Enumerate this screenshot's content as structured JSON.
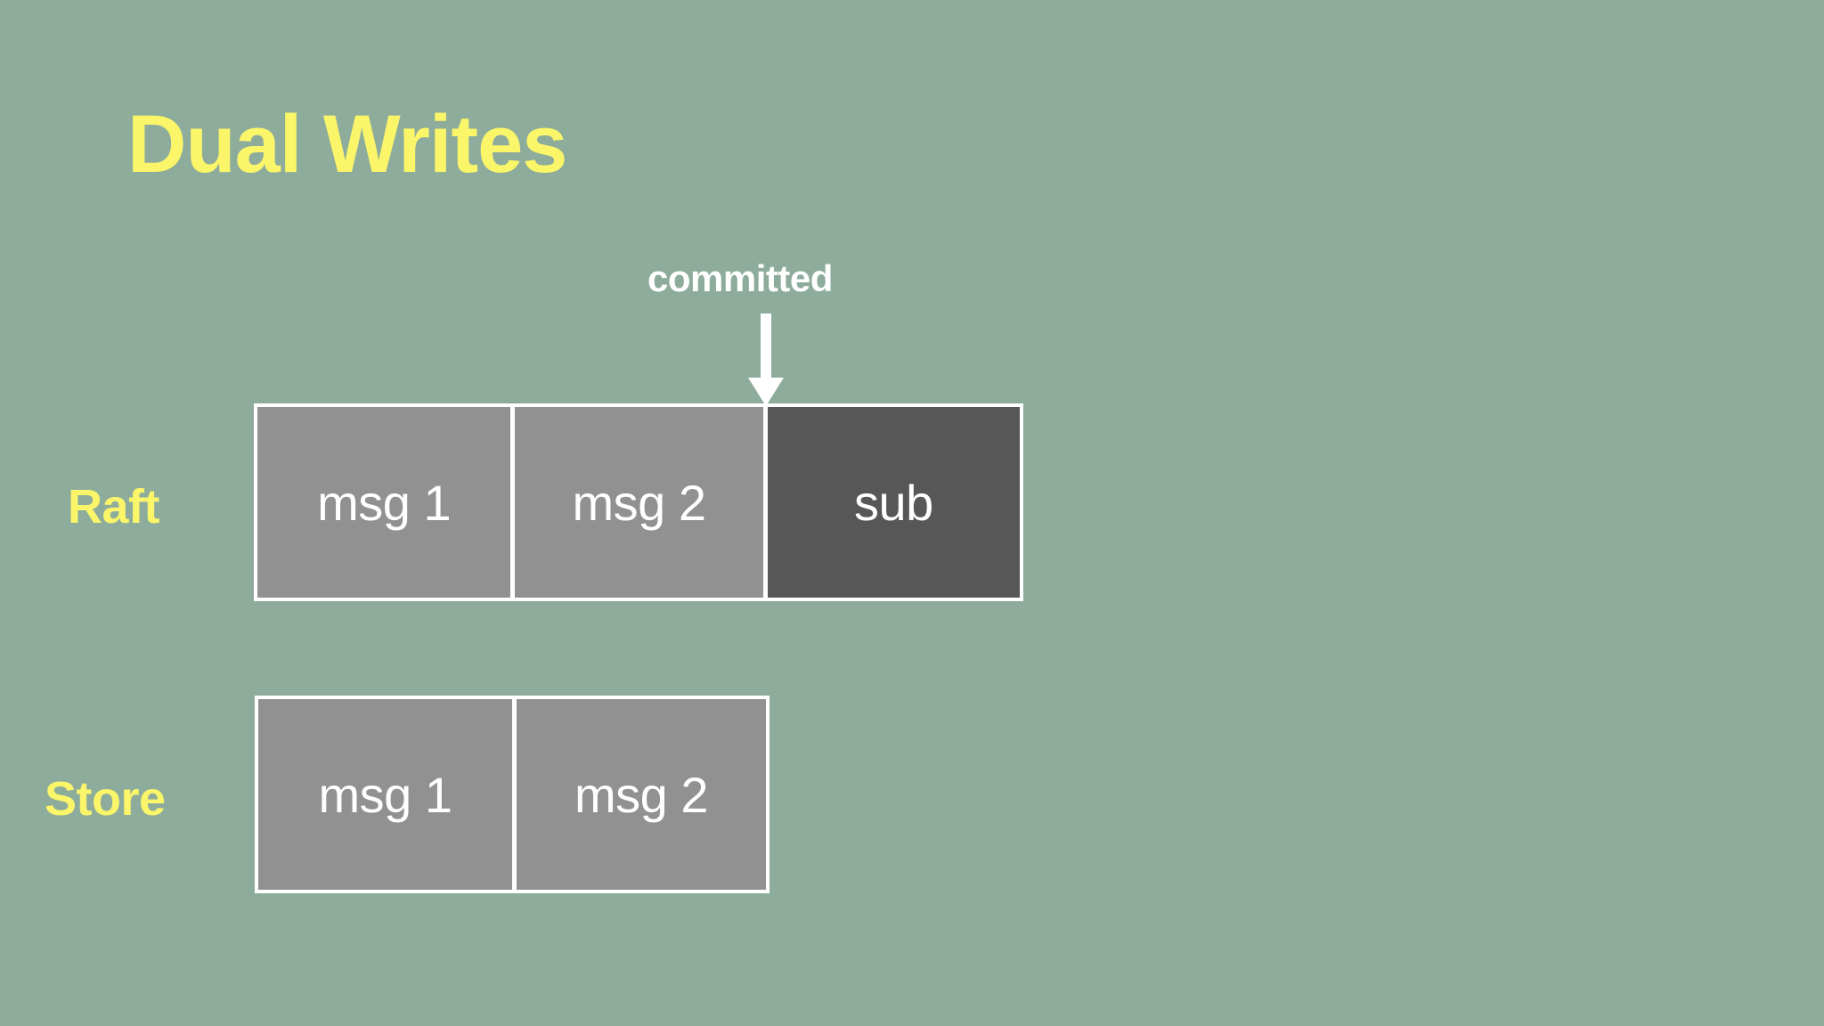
{
  "slide": {
    "title": "Dual Writes",
    "background_color": "#8dac9c",
    "accent_color": "#faf569",
    "text_color": "#ffffff",
    "cell_color": "#919191",
    "cell_highlight_color": "#575757"
  },
  "annotation": {
    "label": "committed",
    "arrow": "down-arrow"
  },
  "rows": [
    {
      "label": "Raft",
      "cells": [
        {
          "text": "msg 1",
          "state": "normal"
        },
        {
          "text": "msg 2",
          "state": "normal"
        },
        {
          "text": "sub",
          "state": "uncommitted"
        }
      ]
    },
    {
      "label": "Store",
      "cells": [
        {
          "text": "msg 1",
          "state": "normal"
        },
        {
          "text": "msg 2",
          "state": "normal"
        }
      ]
    }
  ]
}
